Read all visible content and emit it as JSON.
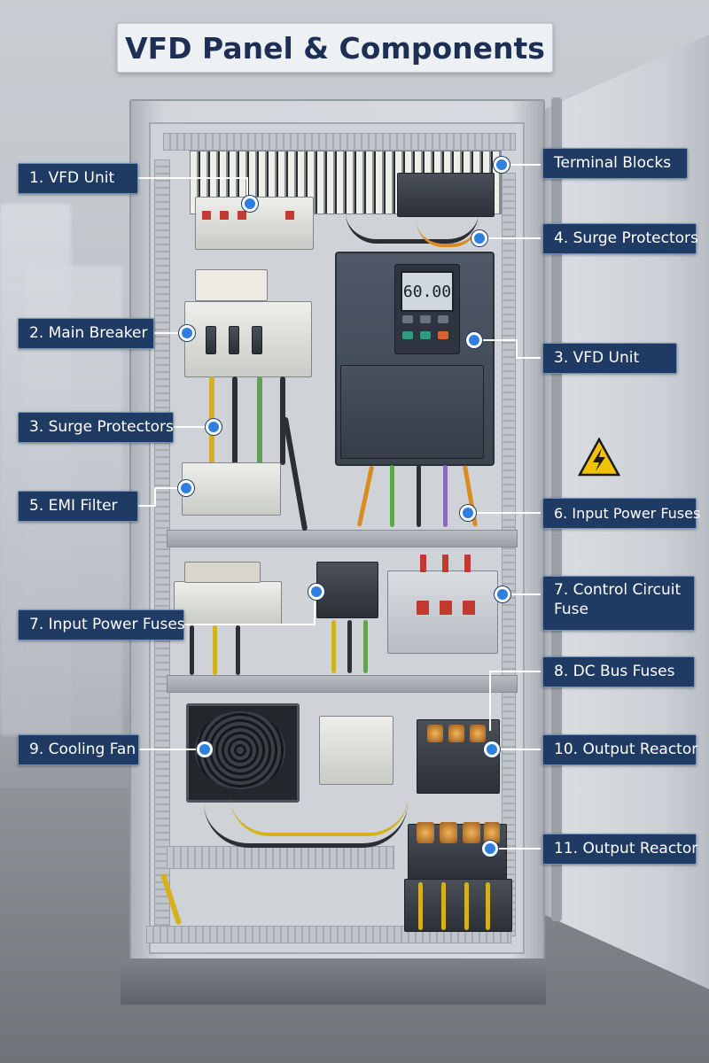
{
  "title": "VFD Panel & Components",
  "vfd_display": "60.00",
  "callouts": {
    "vfd_unit_left": "1. VFD Unit",
    "main_breaker": "2. Main Breaker",
    "surge_protectors_left": "3. Surge Protectors",
    "emi_filter": "5. EMI Filter",
    "input_power_fuses_left": "7. Input Power Fuses",
    "cooling_fan": "9. Cooling Fan",
    "terminal_blocks": "Terminal Blocks",
    "surge_protectors_right": "4. Surge Protectors",
    "vfd_unit_right": "3. VFD Unit",
    "input_power_fuses_right": "6. Input Power Fuses",
    "control_circuit_fuse": "7. Control Circuit Fuse",
    "dc_bus_fuses": "8. DC Bus Fuses",
    "output_reactor_10": "10. Output Reactor",
    "output_reactor_11": "11. Output Reactor"
  },
  "colors": {
    "label_bg": "#1f3a63",
    "label_border": "#6f8fbd",
    "dot": "#2e7fe0",
    "title_text": "#1d2f55",
    "warning": "#f2c200"
  },
  "icons": [
    "high-voltage-warning-icon"
  ]
}
